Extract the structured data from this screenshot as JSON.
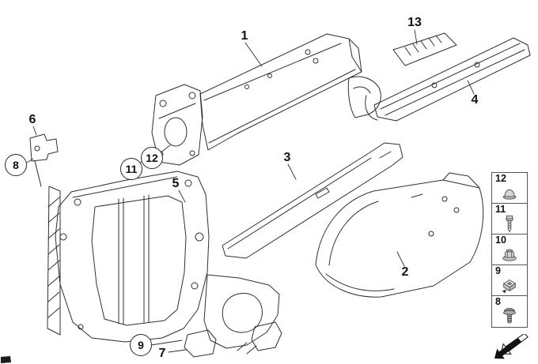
{
  "colors": {
    "line": "#2f2f2f",
    "label": "#111111",
    "fastener_fill": "#d2d2d2"
  },
  "callouts": [
    {
      "label": "1",
      "circled": false
    },
    {
      "label": "2",
      "circled": false
    },
    {
      "label": "3",
      "circled": false
    },
    {
      "label": "4",
      "circled": false
    },
    {
      "label": "5",
      "circled": false
    },
    {
      "label": "6",
      "circled": false
    },
    {
      "label": "7",
      "circled": false
    },
    {
      "label": "8",
      "circled": true
    },
    {
      "label": "9",
      "circled": true
    },
    {
      "label": "11",
      "circled": true
    },
    {
      "label": "12",
      "circled": true
    },
    {
      "label": "13",
      "circled": false
    }
  ],
  "sidebar": {
    "items": [
      {
        "label": "12",
        "icon": "cap-nut-icon"
      },
      {
        "label": "11",
        "icon": "hex-screw-icon"
      },
      {
        "label": "10",
        "icon": "flange-nut-icon"
      },
      {
        "label": "9",
        "icon": "clip-nut-icon"
      },
      {
        "label": "8",
        "icon": "flange-bolt-icon"
      }
    ]
  },
  "nav": {
    "back_arrow_icon": "back-arrow-icon"
  }
}
